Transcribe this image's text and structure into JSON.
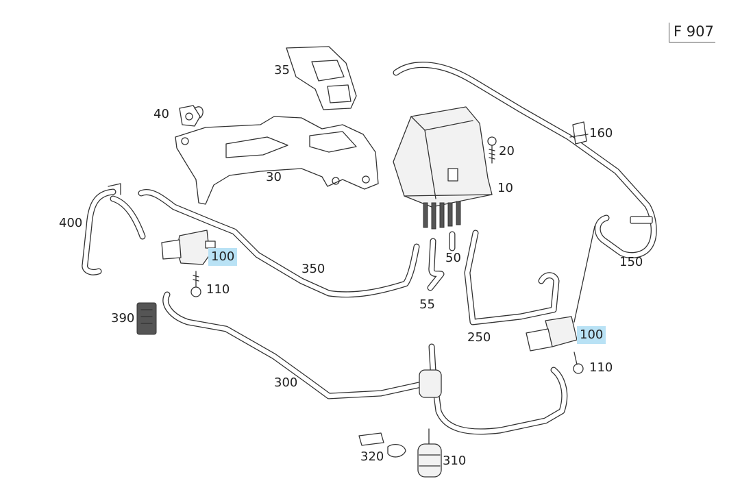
{
  "figure_ref": "F 907",
  "highlight_color": "#b9e2f5",
  "callouts": [
    {
      "id": "c35",
      "text": "35"
    },
    {
      "id": "c40",
      "text": "40"
    },
    {
      "id": "c30",
      "text": "30"
    },
    {
      "id": "c20",
      "text": "20"
    },
    {
      "id": "c10",
      "text": "10"
    },
    {
      "id": "c160",
      "text": "160"
    },
    {
      "id": "c400",
      "text": "400"
    },
    {
      "id": "c100a",
      "text": "100",
      "highlighted": true
    },
    {
      "id": "c350",
      "text": "350"
    },
    {
      "id": "c50",
      "text": "50"
    },
    {
      "id": "c150",
      "text": "150"
    },
    {
      "id": "c110a",
      "text": "110"
    },
    {
      "id": "c55",
      "text": "55"
    },
    {
      "id": "c390",
      "text": "390"
    },
    {
      "id": "c250",
      "text": "250"
    },
    {
      "id": "c100b",
      "text": "100",
      "highlighted": true
    },
    {
      "id": "c110b",
      "text": "110"
    },
    {
      "id": "c300",
      "text": "300"
    },
    {
      "id": "c320",
      "text": "320"
    },
    {
      "id": "c310",
      "text": "310"
    }
  ]
}
